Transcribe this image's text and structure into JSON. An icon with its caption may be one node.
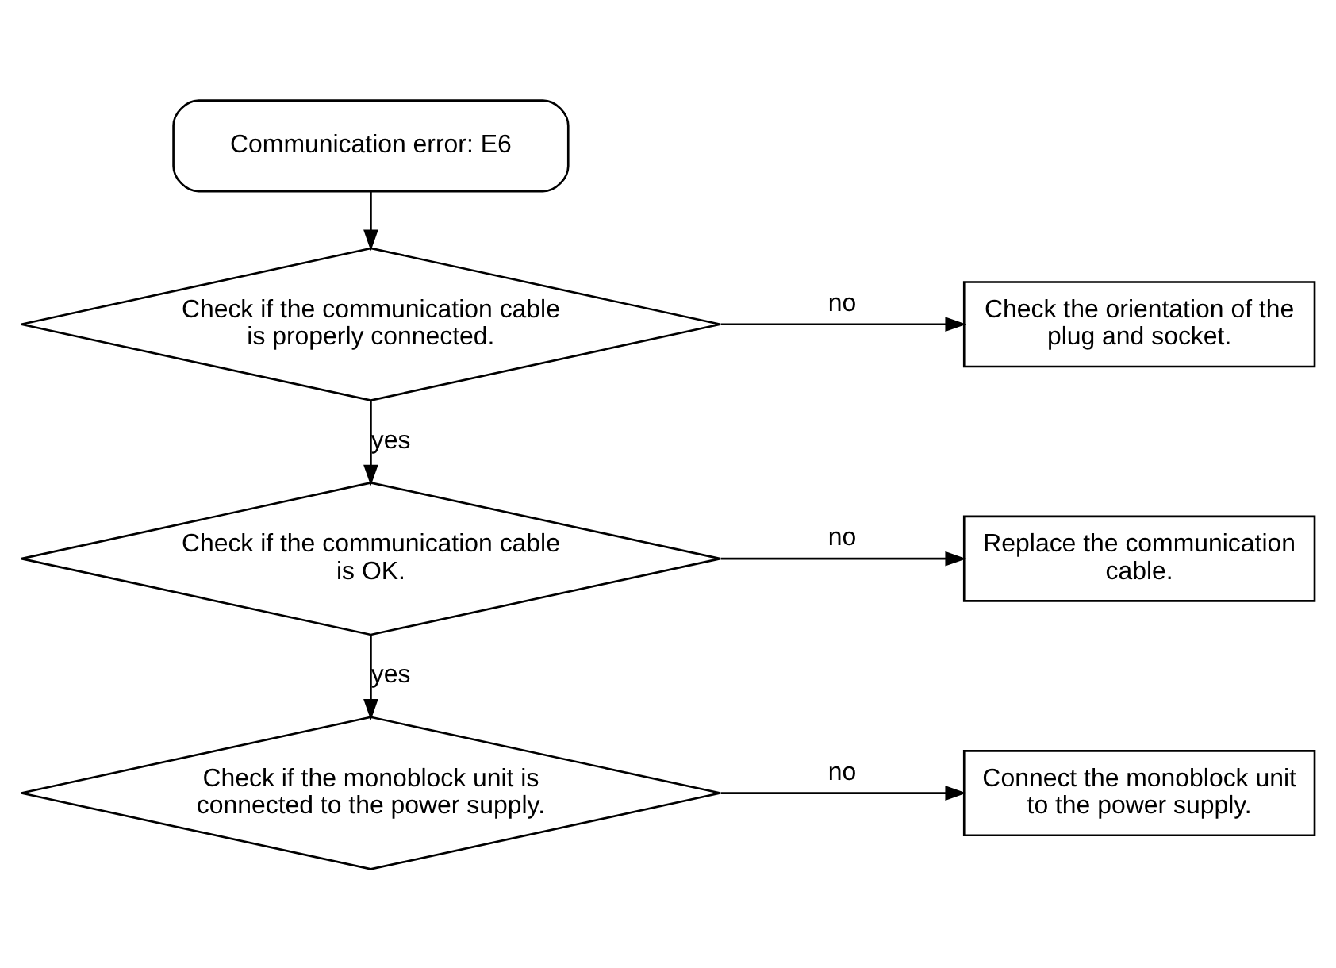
{
  "diagram": {
    "nodes": [
      {
        "text": [
          "Communication error: E6"
        ]
      },
      {
        "text": [
          "Check if the communication cable is properly connected."
        ]
      },
      {
        "text": [
          "Check the orientation of the plug and socket."
        ]
      },
      {
        "text": [
          "Check if the communication cable is OK."
        ]
      },
      {
        "text": [
          "Replace the communication cable."
        ]
      },
      {
        "text": [
          "Check if the monoblock unit is connected to the power supply."
        ]
      },
      {
        "text": [
          "Connect the monoblock unit to the power supply."
        ]
      }
    ],
    "edges": [
      {
        "from": 0,
        "to": 1,
        "arrow": "to"
      },
      {
        "from": 1,
        "to": 2,
        "arrow": "to",
        "label": "no"
      },
      {
        "from": 1,
        "to": 3,
        "arrow": "to",
        "label": "yes"
      },
      {
        "from": 3,
        "to": 4,
        "arrow": "to",
        "label": "no"
      },
      {
        "from": 3,
        "to": 5,
        "arrow": "to",
        "label": "yes"
      },
      {
        "from": 5,
        "to": 6,
        "arrow": "to",
        "label": "no"
      }
    ]
  }
}
